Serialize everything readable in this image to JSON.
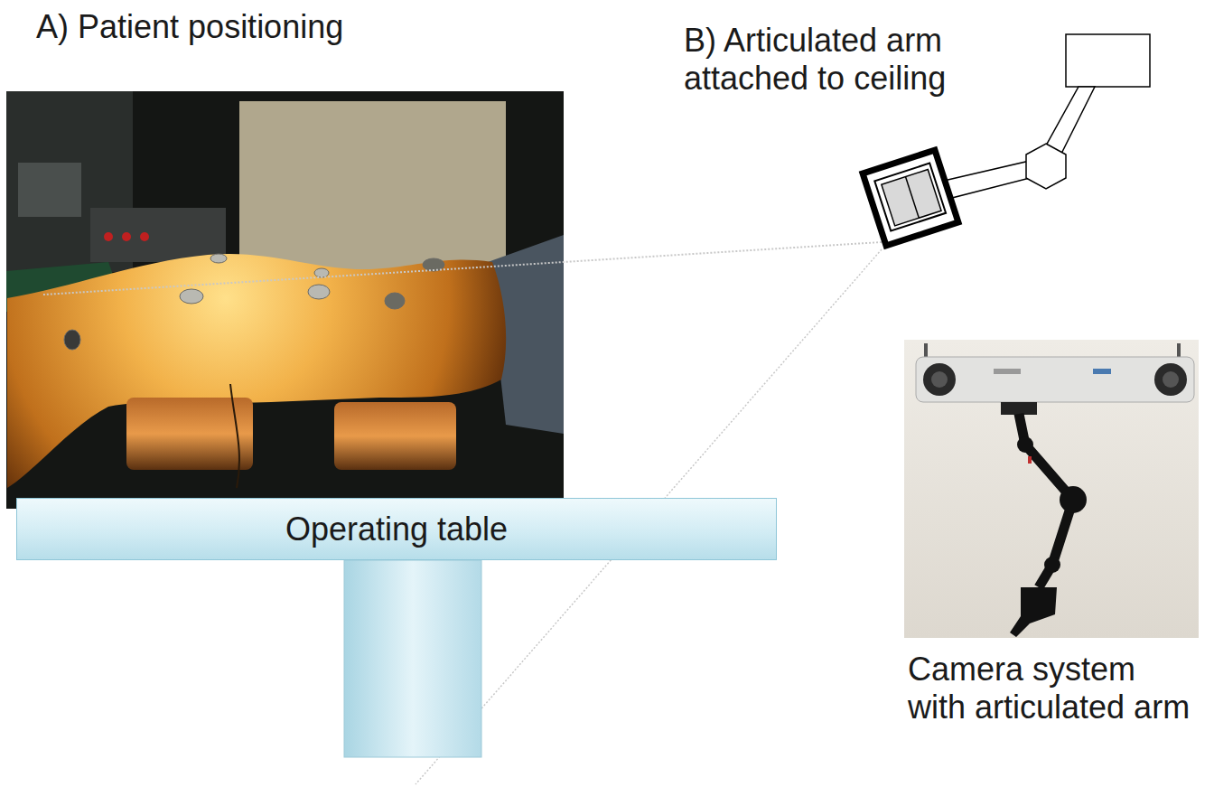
{
  "diagram": {
    "nodes": [
      {
        "text": [
          "Operating table"
        ]
      }
    ],
    "labels": [
      "A) Patient positioning",
      "B) Articulated arm attached to ceiling",
      "Camera system with articulated arm"
    ]
  }
}
